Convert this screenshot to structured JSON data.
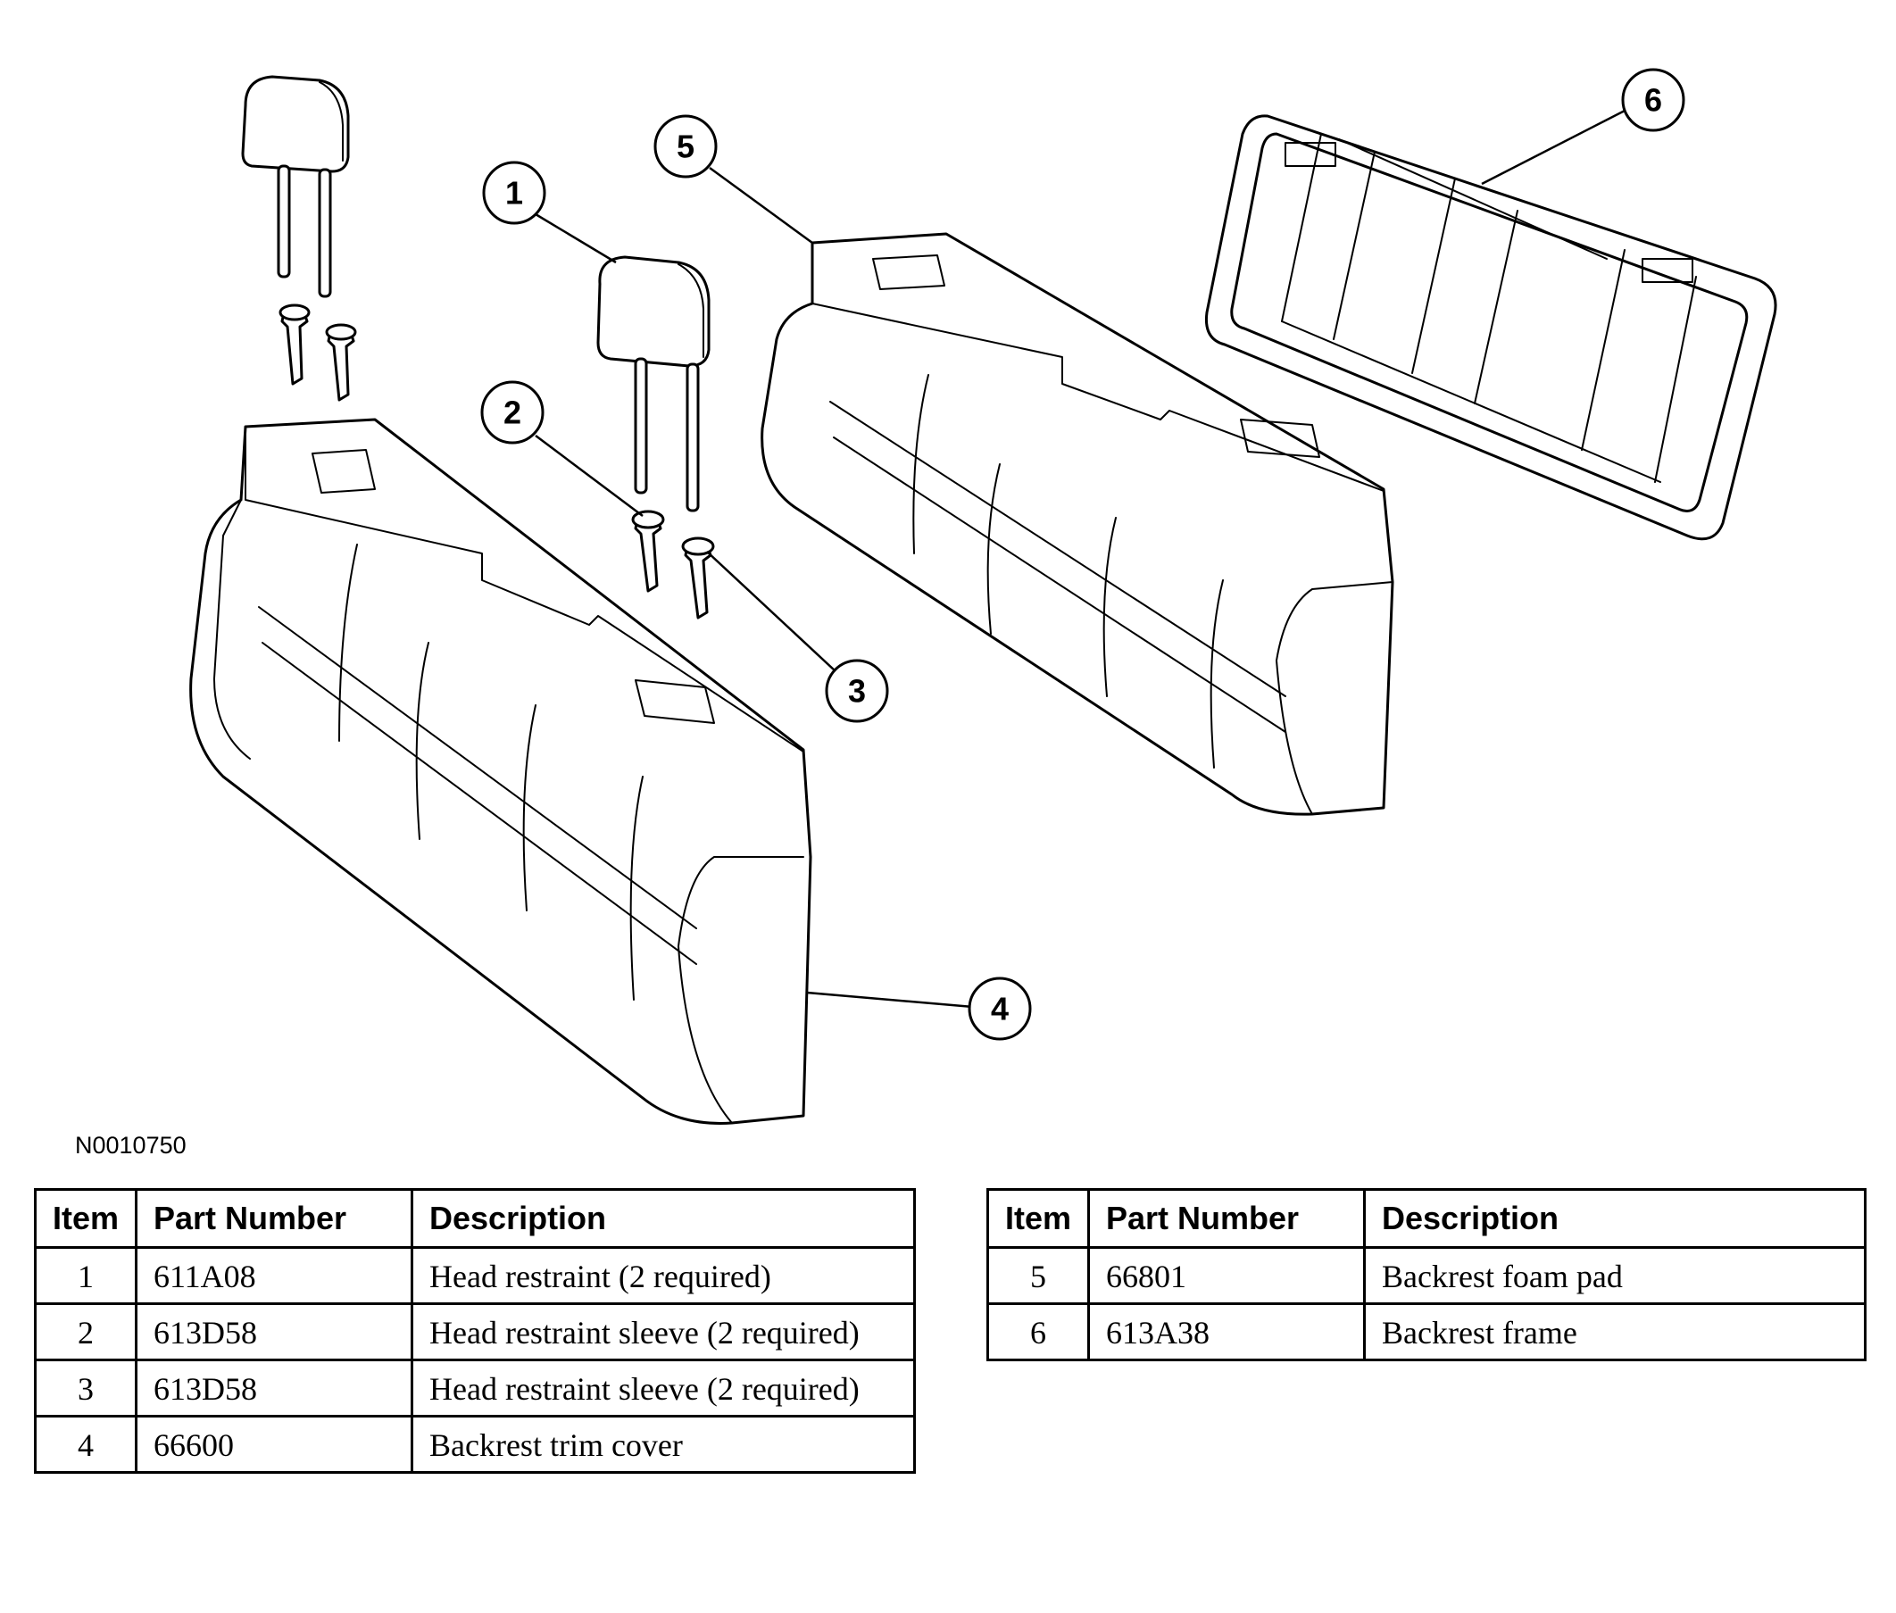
{
  "figure_id": "N0010750",
  "callouts": [
    "1",
    "2",
    "3",
    "4",
    "5",
    "6"
  ],
  "parts_table": {
    "headers": {
      "item": "Item",
      "part_number": "Part Number",
      "description": "Description"
    },
    "left_rows": [
      {
        "item": "1",
        "part_number": "611A08",
        "description": "Head restraint (2 required)"
      },
      {
        "item": "2",
        "part_number": "613D58",
        "description": "Head restraint sleeve (2 required)"
      },
      {
        "item": "3",
        "part_number": "613D58",
        "description": "Head restraint sleeve (2 required)"
      },
      {
        "item": "4",
        "part_number": "66600",
        "description": "Backrest trim cover"
      }
    ],
    "right_rows": [
      {
        "item": "5",
        "part_number": "66801",
        "description": "Backrest foam pad"
      },
      {
        "item": "6",
        "part_number": "613A38",
        "description": "Backrest frame"
      }
    ]
  }
}
